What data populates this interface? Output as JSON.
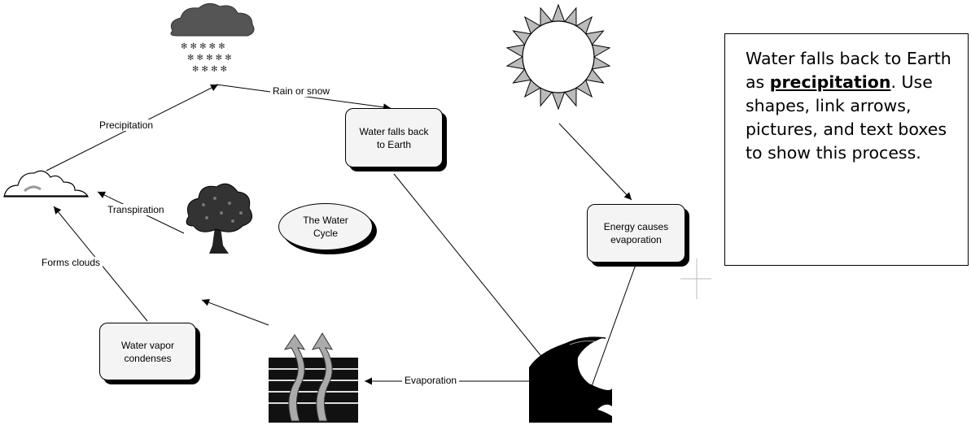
{
  "nodes": {
    "water_falls": "Water falls back\nto Earth",
    "energy": "Energy causes\nevaporation",
    "vapor": "Water vapor\ncondenses",
    "title": "The Water\nCycle"
  },
  "edges": {
    "rain_or_snow": "Rain or snow",
    "precipitation": "Precipitation",
    "transpiration": "Transpiration",
    "forms_clouds": "Forms clouds",
    "evaporation": "Evaporation"
  },
  "callout": {
    "before": "Water falls back to Earth as ",
    "keyword": "precipitation",
    "after": ".  Use shapes, link arrows, pictures, and text boxes to show this process."
  },
  "icons": [
    "cloud-icon",
    "snow-cloud-icon",
    "sun-icon",
    "tree-icon",
    "wave-icon",
    "evaporation-icon"
  ]
}
